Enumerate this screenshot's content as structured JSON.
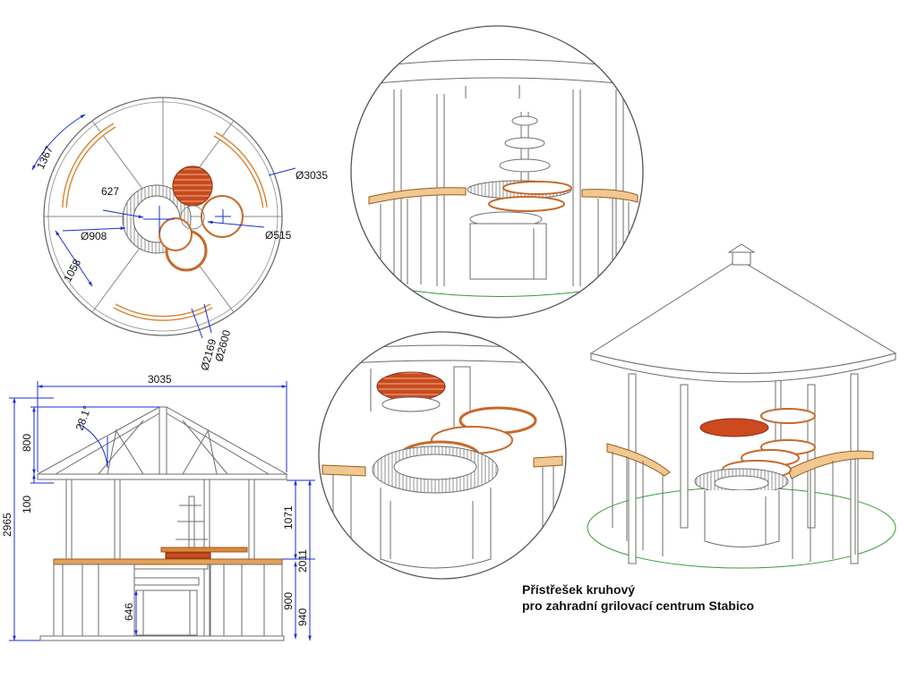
{
  "caption": {
    "line1": "Přístřešek kruhový",
    "line2": "pro zahradní grilovací centrum Stabico"
  },
  "plan_view": {
    "dims": {
      "d_outer": "Ø3035",
      "arc": "1367",
      "r627": "627",
      "d908": "Ø908",
      "d515": "Ø515",
      "d1058": "1058",
      "d2600": "Ø2600",
      "d2169": "Ø2169"
    }
  },
  "elevation_view": {
    "dims": {
      "width": "3035",
      "roof_h": "800",
      "angle": "28.1°",
      "eave": "100",
      "total_h": "2965",
      "upper": "1071",
      "h2011": "2011",
      "h900": "900",
      "h940": "940",
      "h646": "646"
    }
  },
  "colors": {
    "line": "#6e6e6e",
    "dimension": "#1a2fd6",
    "wood": "#d9893a",
    "grill": "#cc4a1e",
    "ground": "#3a9a3a"
  }
}
